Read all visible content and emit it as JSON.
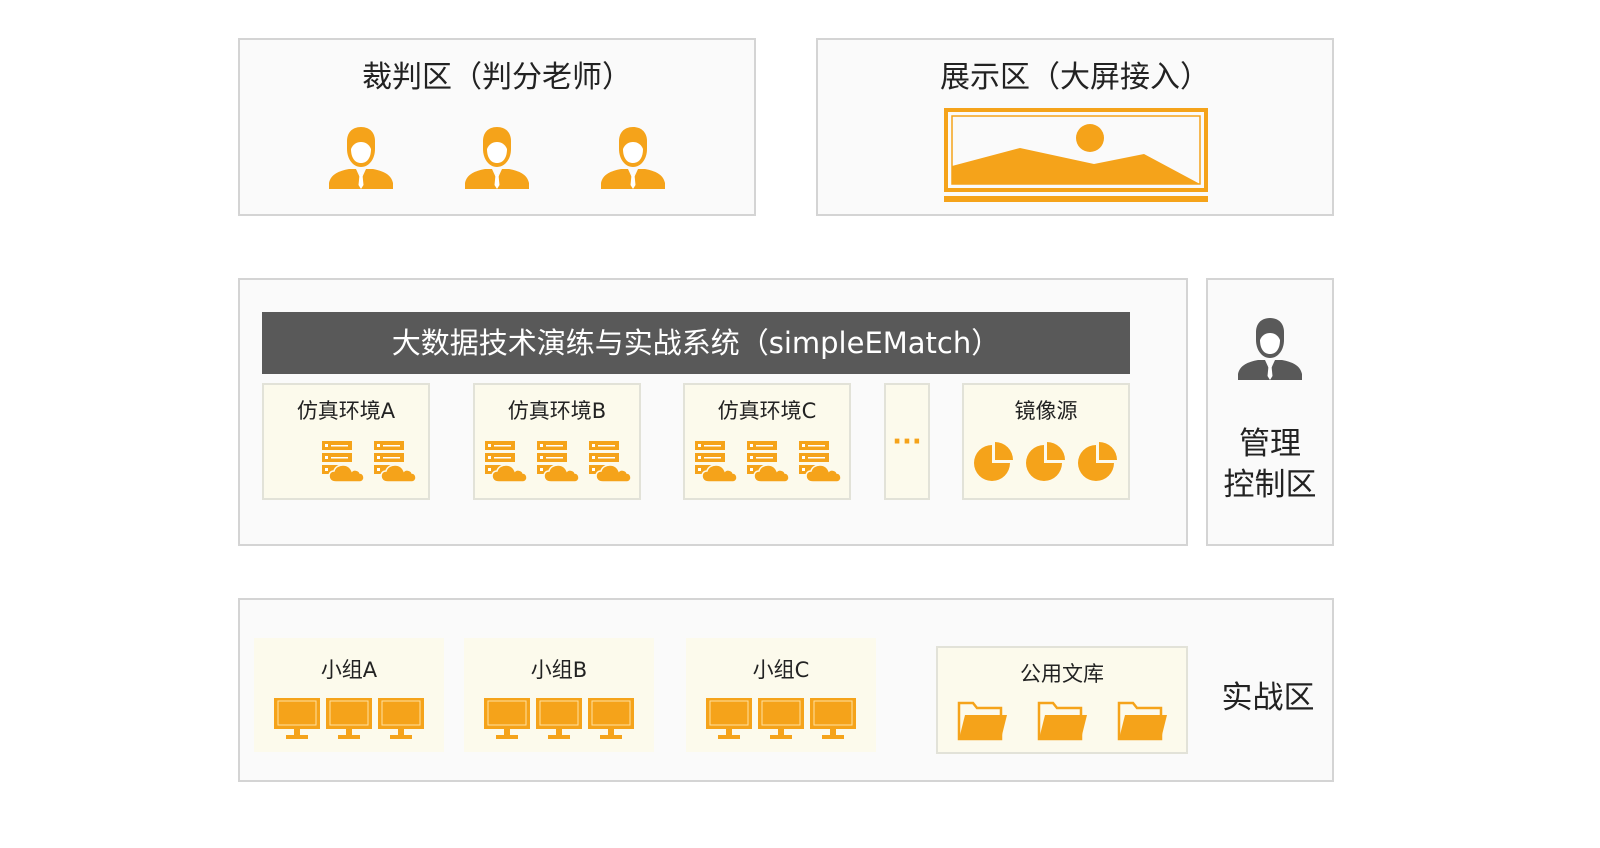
{
  "judge_zone": {
    "title": "裁判区（判分老师）",
    "icons": [
      "teacher-icon",
      "teacher-icon",
      "teacher-icon"
    ]
  },
  "display_zone": {
    "title": "展示区（大屏接入）",
    "icon": "screen-image-icon"
  },
  "system_zone": {
    "system_title": "大数据技术演练与实战系统（simpleEMatch）",
    "environments": [
      {
        "label": "仿真环境A",
        "icon": "server-cloud-icon",
        "count": 2
      },
      {
        "label": "仿真环境B",
        "icon": "server-cloud-icon",
        "count": 3
      },
      {
        "label": "仿真环境C",
        "icon": "server-cloud-icon",
        "count": 3
      }
    ],
    "ellipsis": "···",
    "mirror": {
      "label": "镜像源",
      "icon": "pie-chart-icon",
      "count": 3
    }
  },
  "management_zone": {
    "label_line1": "管理",
    "label_line2": "控制区",
    "icon": "admin-icon"
  },
  "practice_zone": {
    "label": "实战区",
    "groups": [
      {
        "label": "小组A",
        "icon": "monitor-icon",
        "count": 3
      },
      {
        "label": "小组B",
        "icon": "monitor-icon",
        "count": 3
      },
      {
        "label": "小组C",
        "icon": "monitor-icon",
        "count": 3
      }
    ],
    "library": {
      "label": "公用文库",
      "icon": "folder-icon",
      "count": 3
    }
  },
  "colors": {
    "accent": "#f5a31a",
    "dark_icon": "#595959",
    "zone_border": "#d4d4d4",
    "panel_bg": "#fcfaec"
  }
}
